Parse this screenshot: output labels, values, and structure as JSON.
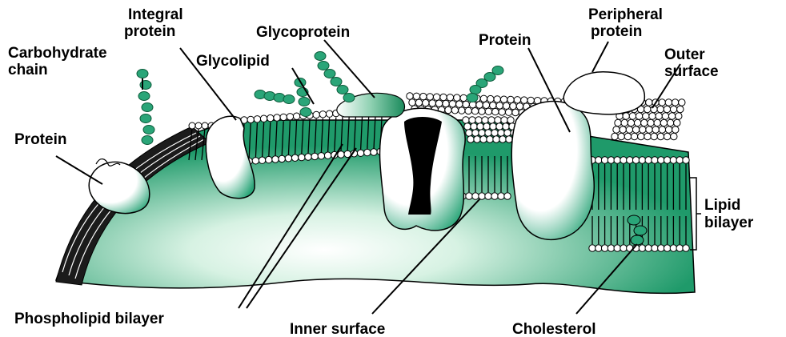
{
  "labels": {
    "integral_protein": [
      "Integral",
      "protein"
    ],
    "glycoprotein": "Glycoprotein",
    "peripheral_protein": [
      "Peripheral",
      "protein"
    ],
    "carbohydrate_chain": [
      "Carbohydrate",
      "chain"
    ],
    "glycolipid": "Glycolipid",
    "protein_right": "Protein",
    "outer_surface": [
      "Outer",
      "surface"
    ],
    "protein_left": "Protein",
    "lipid_bilayer": [
      "Lipid",
      "bilayer"
    ],
    "phospholipid_bilayer": "Phospholipid bilayer",
    "inner_surface": "Inner surface",
    "cholesterol": "Cholesterol"
  },
  "colors": {
    "membrane_green": "#1f9a6a",
    "membrane_light": "#d7f2e3",
    "outline": "#000000",
    "head_fill": "#ffffff"
  }
}
